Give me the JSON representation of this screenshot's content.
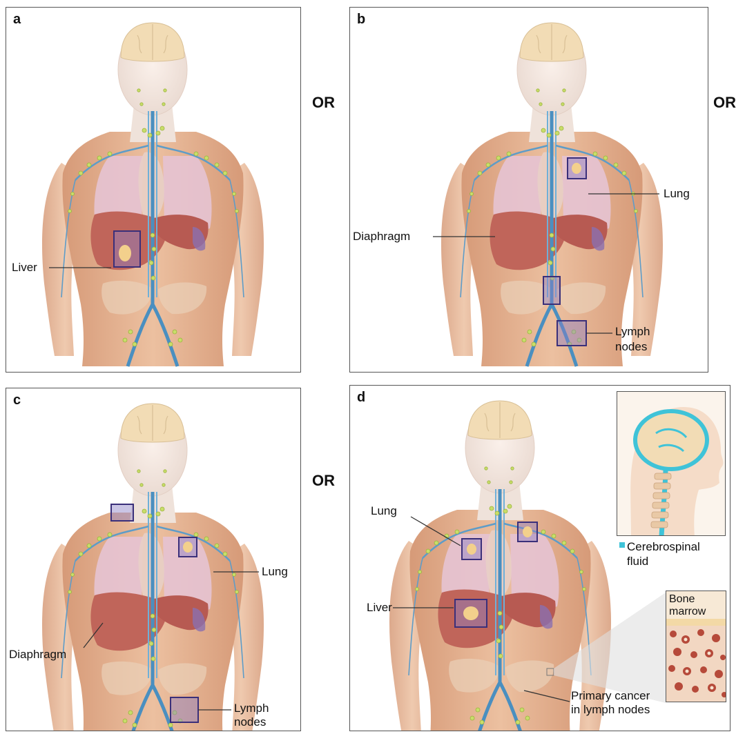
{
  "panels": [
    {
      "id": "a",
      "label": "a",
      "callouts": [
        {
          "text": "Liver"
        }
      ]
    },
    {
      "id": "b",
      "label": "b",
      "callouts": [
        {
          "text": "Lung"
        },
        {
          "text": "Diaphragm"
        },
        {
          "text": "Lymph nodes",
          "lines": [
            "Lymph",
            "nodes"
          ]
        }
      ]
    },
    {
      "id": "c",
      "label": "c",
      "callouts": [
        {
          "text": "Lung"
        },
        {
          "text": "Diaphragm"
        },
        {
          "text": "Lymph nodes",
          "lines": [
            "Lymph",
            "nodes"
          ]
        }
      ]
    },
    {
      "id": "d",
      "label": "d",
      "callouts": [
        {
          "text": "Lung"
        },
        {
          "text": "Liver"
        },
        {
          "text": "Primary cancer in lymph nodes",
          "lines": [
            "Primary cancer",
            "in lymph nodes"
          ]
        }
      ],
      "insets": {
        "csf_legend": [
          "Cerebrospinal",
          "fluid"
        ],
        "bone_marrow": [
          "Bone",
          "marrow"
        ]
      }
    }
  ],
  "connectors": [
    "OR",
    "OR",
    "OR"
  ],
  "colors": {
    "skin": "#e7b08e",
    "skin_dark": "#c98a68",
    "lung": "#e6c3d3",
    "liver": "#c0655a",
    "vessel": "#4a8fc0",
    "lymph": "#c9dd6a",
    "tumor_box": "#3a2f7a",
    "tumor": "#f3d08c",
    "brain": "#f2dcb5",
    "csf": "#3fc3d8"
  }
}
